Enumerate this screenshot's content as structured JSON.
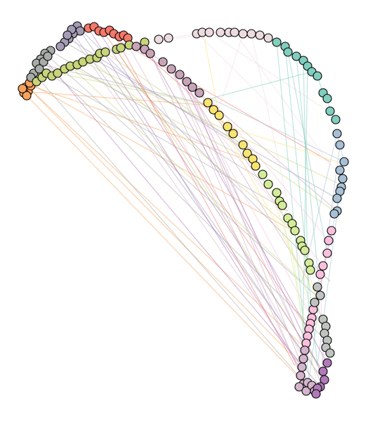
{
  "figure": {
    "type": "network-graph",
    "background": "#ffffff",
    "node_outline": "#000000"
  },
  "communities": [
    {
      "id": "salmon",
      "color": "#f4786b"
    },
    {
      "id": "orange",
      "color": "#f9a25b"
    },
    {
      "id": "gray-purple",
      "color": "#a49cb4"
    },
    {
      "id": "gray",
      "color": "#a8aca8"
    },
    {
      "id": "olive",
      "color": "#c8d47a"
    },
    {
      "id": "mauve",
      "color": "#c8a4b8"
    },
    {
      "id": "pale-pink",
      "color": "#ecdce0"
    },
    {
      "id": "teal",
      "color": "#80cebe"
    },
    {
      "id": "light-blue",
      "color": "#a8c0d4"
    },
    {
      "id": "yellow",
      "color": "#f8e470"
    },
    {
      "id": "yellow-green",
      "color": "#d4ec98"
    },
    {
      "id": "pink",
      "color": "#f8c0dc"
    },
    {
      "id": "silver",
      "color": "#c0c4c0"
    },
    {
      "id": "lilac",
      "color": "#d4b4cc"
    },
    {
      "id": "purple",
      "color": "#b07ab8"
    }
  ]
}
